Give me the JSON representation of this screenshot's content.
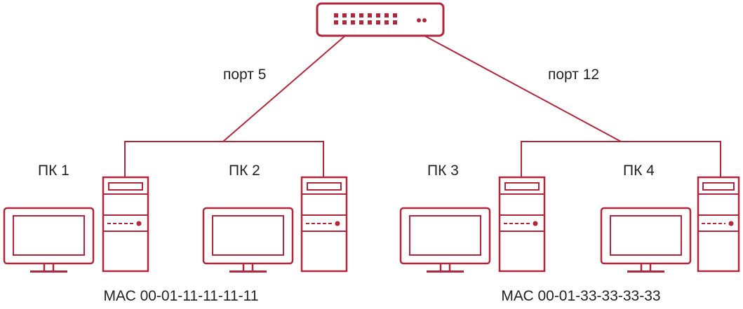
{
  "colors": {
    "stroke": "#b0273c",
    "text": "#222222",
    "background": "#ffffff"
  },
  "icons": {
    "switch": "network-switch-icon",
    "pc": "desktop-computer-icon"
  },
  "ports": {
    "left": "порт 5",
    "right": "порт 12"
  },
  "pcs": [
    {
      "label": "ПК 1"
    },
    {
      "label": "ПК 2"
    },
    {
      "label": "ПК 3"
    },
    {
      "label": "ПК 4"
    }
  ],
  "mac": {
    "left": "МАС 00-01-11-11-11-11",
    "right": "МАС 00-01-33-33-33-33"
  }
}
